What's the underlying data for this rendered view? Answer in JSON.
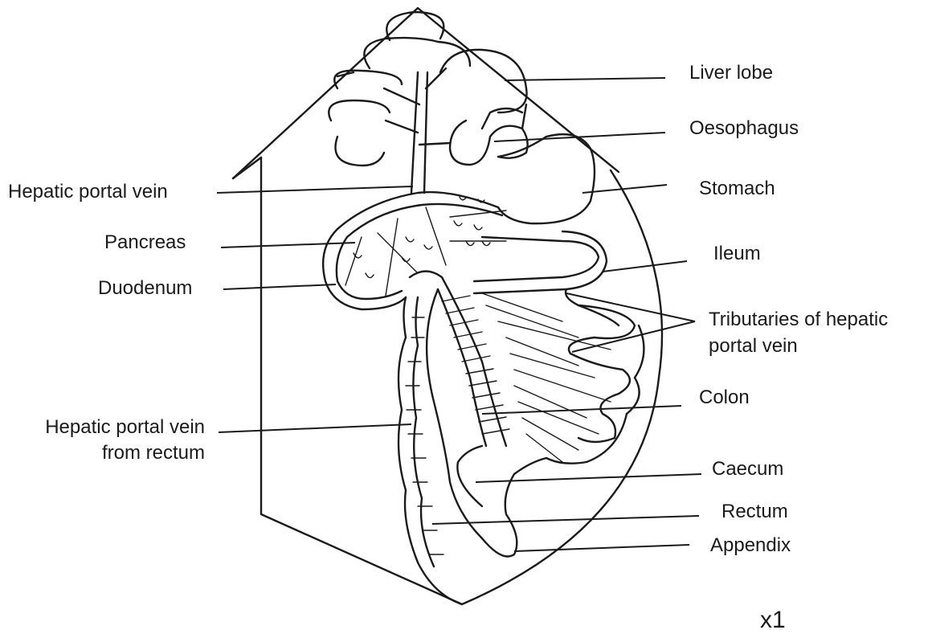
{
  "labels": {
    "liver_lobe": "Liver lobe",
    "oesophagus": "Oesophagus",
    "stomach": "Stomach",
    "hepatic_portal_vein": "Hepatic portal vein",
    "pancreas": "Pancreas",
    "duodenum": "Duodenum",
    "ileum": "Ileum",
    "tributaries_line1": "Tributaries of hepatic",
    "tributaries_line2": "portal vein",
    "colon": "Colon",
    "hpv_rectum_line1": "Hepatic portal vein",
    "hpv_rectum_line2": "from rectum",
    "caecum": "Caecum",
    "rectum": "Rectum",
    "appendix": "Appendix"
  },
  "scale": "x1",
  "colors": {
    "ink": "#1a1a1a",
    "background": "#ffffff"
  }
}
